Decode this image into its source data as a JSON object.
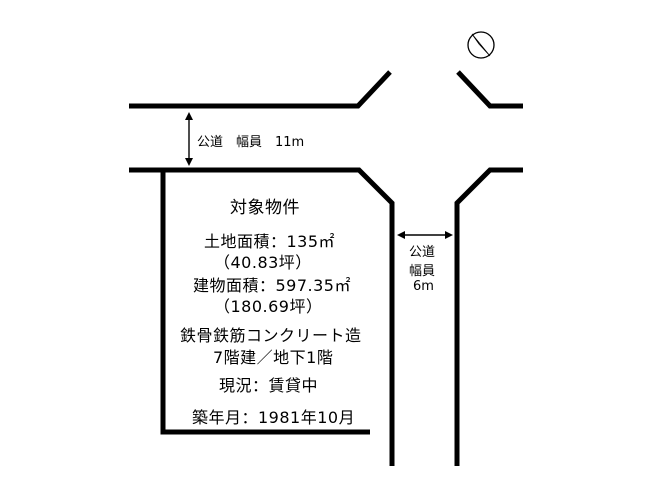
{
  "property": {
    "title": "対象物件",
    "land_area": "土地面積：135㎡",
    "land_area_tsubo": "（40.83坪）",
    "building_area": "建物面積：597.35㎡",
    "building_area_tsubo": "（180.69坪）",
    "structure": "鉄骨鉄筋コンクリート造",
    "floors": "7階建／地下1階",
    "status": "現況：賃貸中",
    "built": "築年月：1981年10月"
  },
  "roads": {
    "main": {
      "label": "公道　幅員　11m"
    },
    "side": {
      "label_1": "公道",
      "label_2": "幅員",
      "label_3": "6m"
    }
  },
  "icons": {
    "north": "north-arrow-icon"
  }
}
